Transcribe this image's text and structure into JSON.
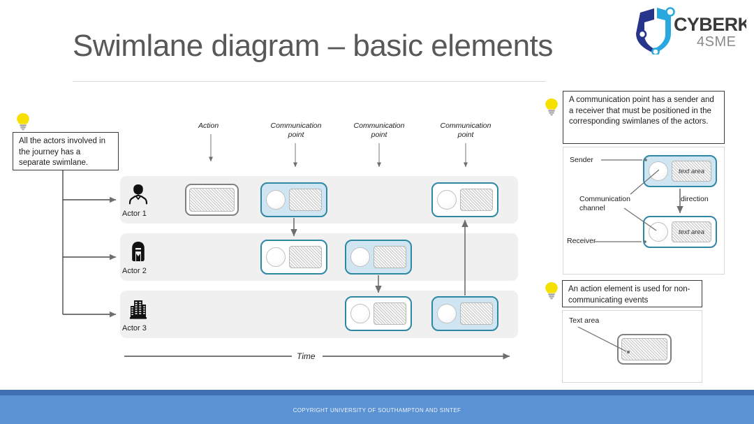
{
  "header": {
    "title": "Swimlane diagram – basic elements",
    "logo": {
      "name_top": "CYBERKIT",
      "name_bottom": "4SME",
      "icon": "shield-network-icon",
      "color_dark": "#26348c",
      "color_light": "#29a8df"
    }
  },
  "left_callout": {
    "icon": "lightbulb-icon",
    "text": "All the actors involved in the journey has a separate  swimlane."
  },
  "columns": [
    {
      "label": "Action",
      "icon": "down-arrow-icon"
    },
    {
      "label": "Communication point",
      "icon": "down-arrow-icon"
    },
    {
      "label": "Communication point",
      "icon": "down-arrow-icon"
    },
    {
      "label": "Communication point",
      "icon": "down-arrow-icon"
    }
  ],
  "lanes": [
    {
      "actor": "Actor 1",
      "icon": "person-icon"
    },
    {
      "actor": "Actor 2",
      "icon": "person-long-hair-icon"
    },
    {
      "actor": "Actor 3",
      "icon": "building-icon"
    }
  ],
  "timeline": {
    "label": "Time",
    "icon": "right-arrow-icon"
  },
  "comm_panel": {
    "callout": {
      "icon": "lightbulb-icon",
      "text": "A communication point has a sender and a receiver that must be positioned in the corresponding swimlanes of the actors."
    },
    "labels": {
      "sender": "Sender",
      "channel": "Communication channel",
      "receiver": "Receiver",
      "direction": "direction",
      "text_area": "text area"
    }
  },
  "action_panel": {
    "callout": {
      "icon": "lightbulb-icon",
      "text": "An action element is used for non-communicating events"
    },
    "labels": {
      "text_area": "Text area"
    }
  },
  "footer": {
    "text": "COPYRIGHT UNIVERSITY OF SOUTHAMPTON AND SINTEF",
    "bar_dark": "#3f6fb5",
    "bar_light": "#5b92d4"
  },
  "theme": {
    "teal": "#2e88a3",
    "sender_fill": "#cfe6f2",
    "lane_bg": "#f0f0f0",
    "title_color": "#585858"
  }
}
